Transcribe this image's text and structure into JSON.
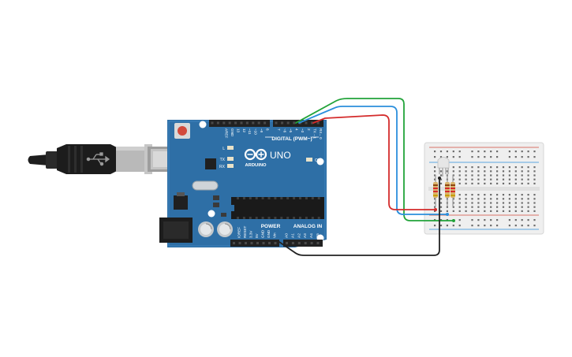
{
  "board": {
    "brand": "ARDUINO",
    "model": "UNO",
    "digital_header": "DIGITAL (PWM~)",
    "power_header": "POWER",
    "analog_header": "ANALOG IN",
    "digital_pins": [
      "AREF",
      "GND",
      "13",
      "12",
      "~11",
      "~10",
      "~9",
      "8",
      "7",
      "~6",
      "~5",
      "4",
      "~3",
      "2",
      "TX→1",
      "RX←0"
    ],
    "power_pins": [
      "IOREF",
      "RESET",
      "3.3V",
      "5V",
      "GND",
      "GND",
      "Vin"
    ],
    "analog_pins": [
      "A0",
      "A1",
      "A2",
      "A3",
      "A4",
      "A5"
    ],
    "led_labels": {
      "l": "L",
      "tx": "TX",
      "rx": "RX",
      "on": "ON"
    }
  },
  "colors": {
    "board": "#2e6fa6",
    "wire_green": "#22a33a",
    "wire_blue": "#2b8fdc",
    "wire_red": "#d42b2b",
    "wire_black": "#222222",
    "breadboard": "#efefef"
  },
  "icons": [
    "usb-cable-icon",
    "usb-symbol-icon",
    "arduino-infinity-logo-icon"
  ]
}
